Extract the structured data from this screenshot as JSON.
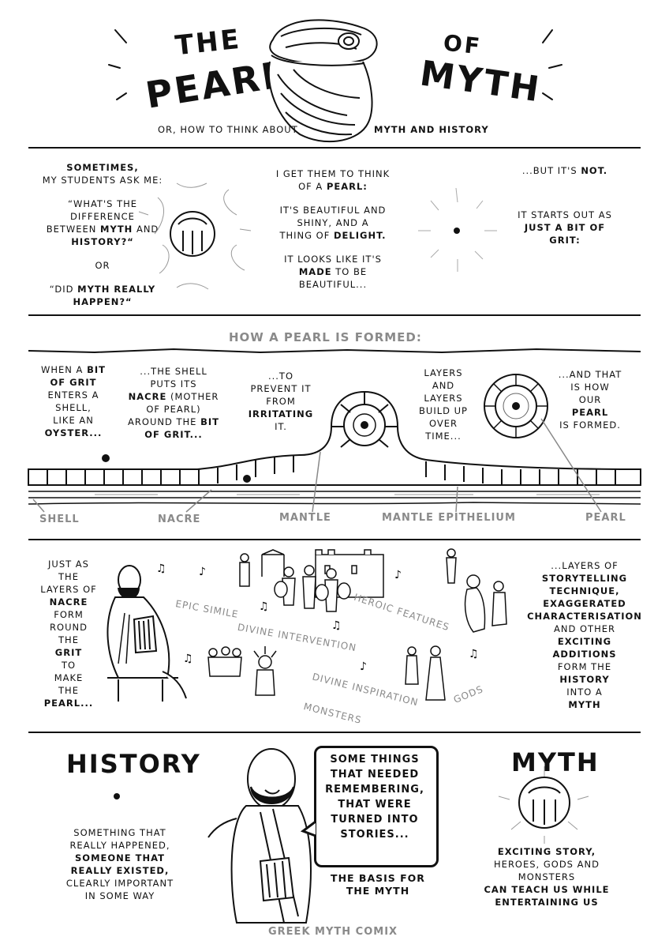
{
  "title": {
    "the": "THE",
    "pearl": "PEARL",
    "of": "OF",
    "myth": "MYTH",
    "subtitle": "OR, HOW TO THINK ABOUT",
    "subtitle_bold": "MYTH AND HISTORY"
  },
  "panel1": {
    "col1_a": "SOMETIMES,",
    "col1_b": "MY STUDENTS ASK ME:",
    "col1_q1_a": "“WHAT'S THE",
    "col1_q1_b": "DIFFERENCE",
    "col1_q1_c": "BETWEEN",
    "col1_q1_c_b": "MYTH",
    "col1_q1_c2": "AND",
    "col1_q1_d": "HISTORY?“",
    "col1_or": "OR",
    "col1_q2_a_pre": "“DID",
    "col1_q2_a_b": "MYTH REALLY",
    "col1_q2_b": "HAPPEN?“",
    "col2_a": "I GET THEM TO THINK",
    "col2_b_pre": "OF A",
    "col2_b_b": "PEARL:",
    "col2_c": "IT'S BEAUTIFUL AND",
    "col2_d": "SHINY, AND A",
    "col2_e_pre": "THING OF",
    "col2_e_b": "DELIGHT.",
    "col2_f": "IT LOOKS LIKE IT'S",
    "col2_g_b": "MADE",
    "col2_g": "TO BE",
    "col2_h": "BEAUTIFUL...",
    "col3_a_pre": "...BUT IT'S",
    "col3_a_b": "NOT.",
    "col3_b": "IT STARTS OUT AS",
    "col3_c_b": "JUST A BIT OF",
    "col3_d_b": "GRIT:"
  },
  "panel2": {
    "heading": "HOW A PEARL IS FORMED:",
    "t1": [
      "WHEN A",
      "BIT",
      "OF GRIT",
      "ENTERS A",
      "SHELL,",
      "LIKE AN",
      "OYSTER..."
    ],
    "t2": [
      "...THE SHELL",
      "PUTS ITS",
      "NACRE",
      "(MOTHER",
      "OF PEARL)",
      "AROUND THE",
      "BIT",
      "OF GRIT..."
    ],
    "t3": [
      "...TO",
      "PREVENT IT",
      "FROM",
      "IRRITATING",
      "IT."
    ],
    "t4": [
      "LAYERS",
      "AND",
      "LAYERS",
      "BUILD UP",
      "OVER",
      "TIME..."
    ],
    "t5": [
      "...AND THAT",
      "IS HOW",
      "OUR",
      "PEARL",
      "IS FORMED."
    ],
    "labels": {
      "shell": "SHELL",
      "nacre": "NACRE",
      "mantle": "MANTLE",
      "epithelium": "MANTLE EPITHELIUM",
      "pearl": "PEARL"
    }
  },
  "panel3": {
    "left": [
      "JUST AS",
      "THE",
      "LAYERS OF",
      "NACRE",
      "FORM",
      "ROUND",
      "THE",
      "GRIT",
      "TO",
      "MAKE",
      "THE",
      "PEARL..."
    ],
    "right": [
      "...LAYERS OF",
      "STORYTELLING",
      "TECHNIQUE,",
      "EXAGGERATED",
      "CHARACTERISATION",
      "AND OTHER",
      "EXCITING",
      "ADDITIONS",
      "FORM THE",
      "HISTORY",
      "INTO A",
      "MYTH"
    ],
    "tags": {
      "epic": "EPIC SIMILE",
      "divine_int": "DIVINE INTERVENTION",
      "heroic": "HEROIC FEATURES",
      "divine_insp": "DIVINE INSPIRATION",
      "monsters": "MONSTERS",
      "gods": "GODS"
    }
  },
  "panel4": {
    "history": "HISTORY",
    "myth": "MYTH",
    "hist_text": [
      "SOMETHING THAT",
      "REALLY HAPPENED,",
      "SOMEONE THAT",
      "REALLY EXISTED,",
      "CLEARLY IMPORTANT",
      "IN SOME WAY"
    ],
    "speech": [
      "SOME THINGS",
      "THAT NEEDED",
      "REMEMBERING,",
      "THAT WERE",
      "TURNED INTO",
      "STORIES..."
    ],
    "basis": [
      "THE BASIS FOR",
      "THE MYTH"
    ],
    "myth_text": [
      "EXCITING STORY,",
      "HEROES, GODS AND",
      "MONSTERS",
      "CAN TEACH US WHILE",
      "ENTERTAINING US"
    ],
    "credit": "GREEK MYTH COMIX"
  }
}
